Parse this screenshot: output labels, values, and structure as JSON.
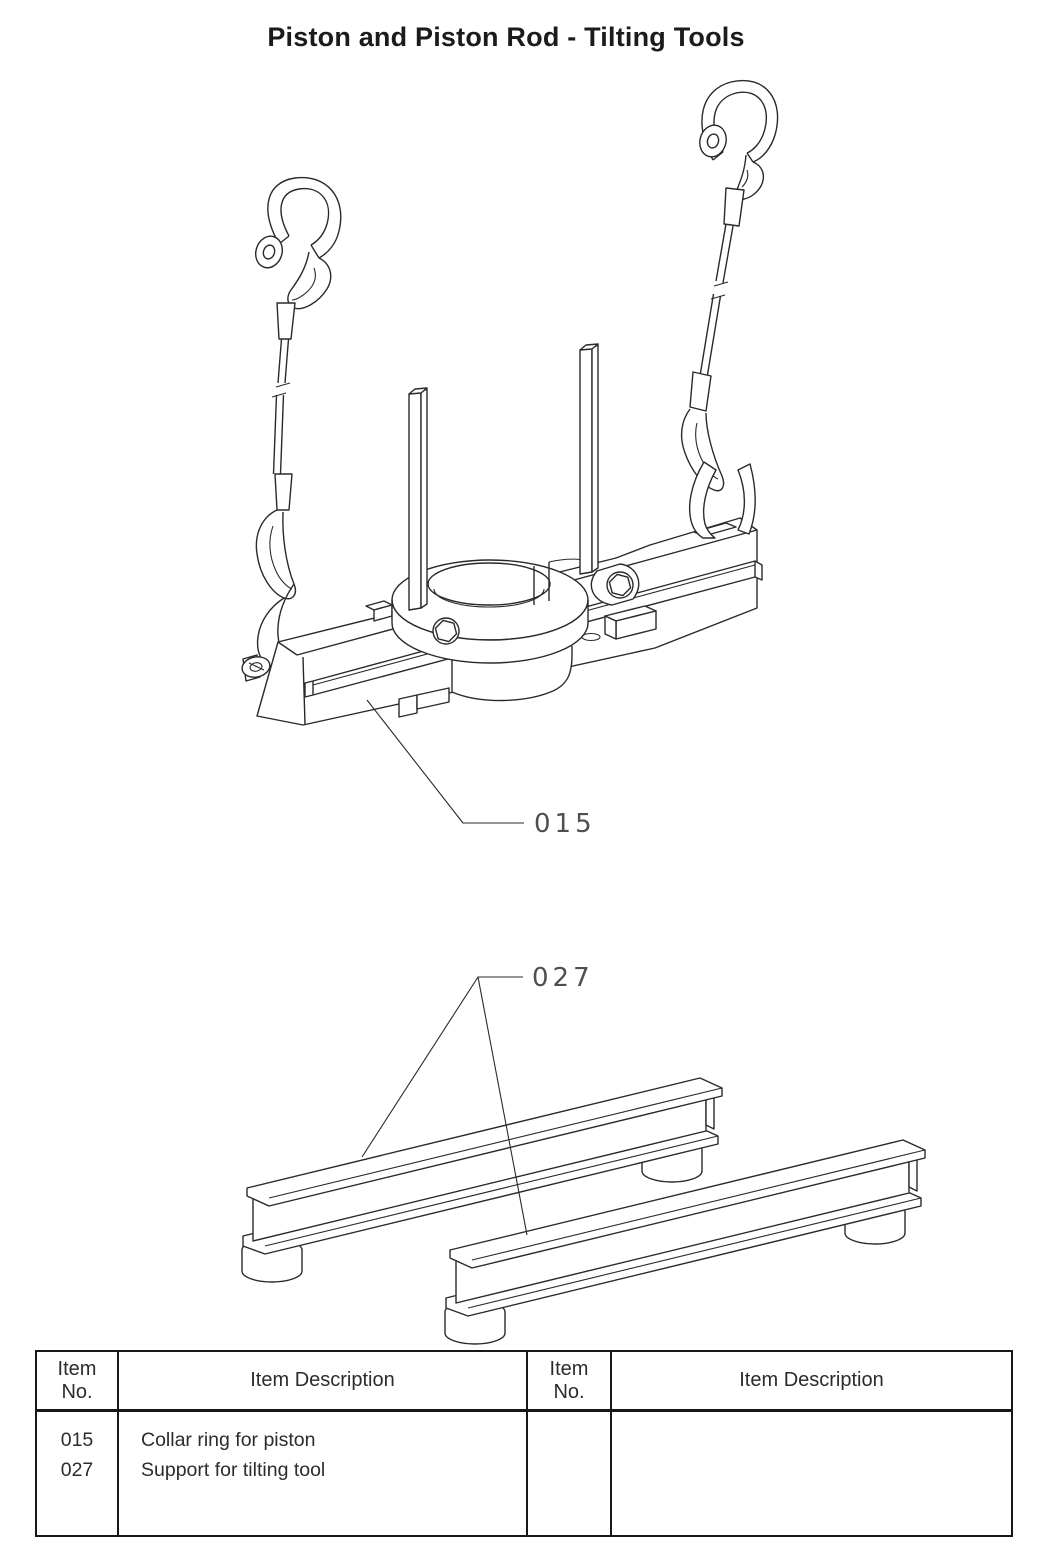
{
  "title": "Piston and Piston Rod - Tilting Tools",
  "figure_labels": {
    "collar_ring": "015",
    "support": "027"
  },
  "parts_table": {
    "header": {
      "item_no_line1": "Item",
      "item_no_line2": "No.",
      "description": "Item Description"
    },
    "rows": [
      {
        "item_no": "015",
        "description": "Collar ring for piston"
      },
      {
        "item_no": "027",
        "description": "Support for tilting tool"
      }
    ]
  },
  "colors": {
    "ink": "#2a2a2a",
    "label_ink": "#4f4f4f",
    "paper": "#ffffff"
  }
}
